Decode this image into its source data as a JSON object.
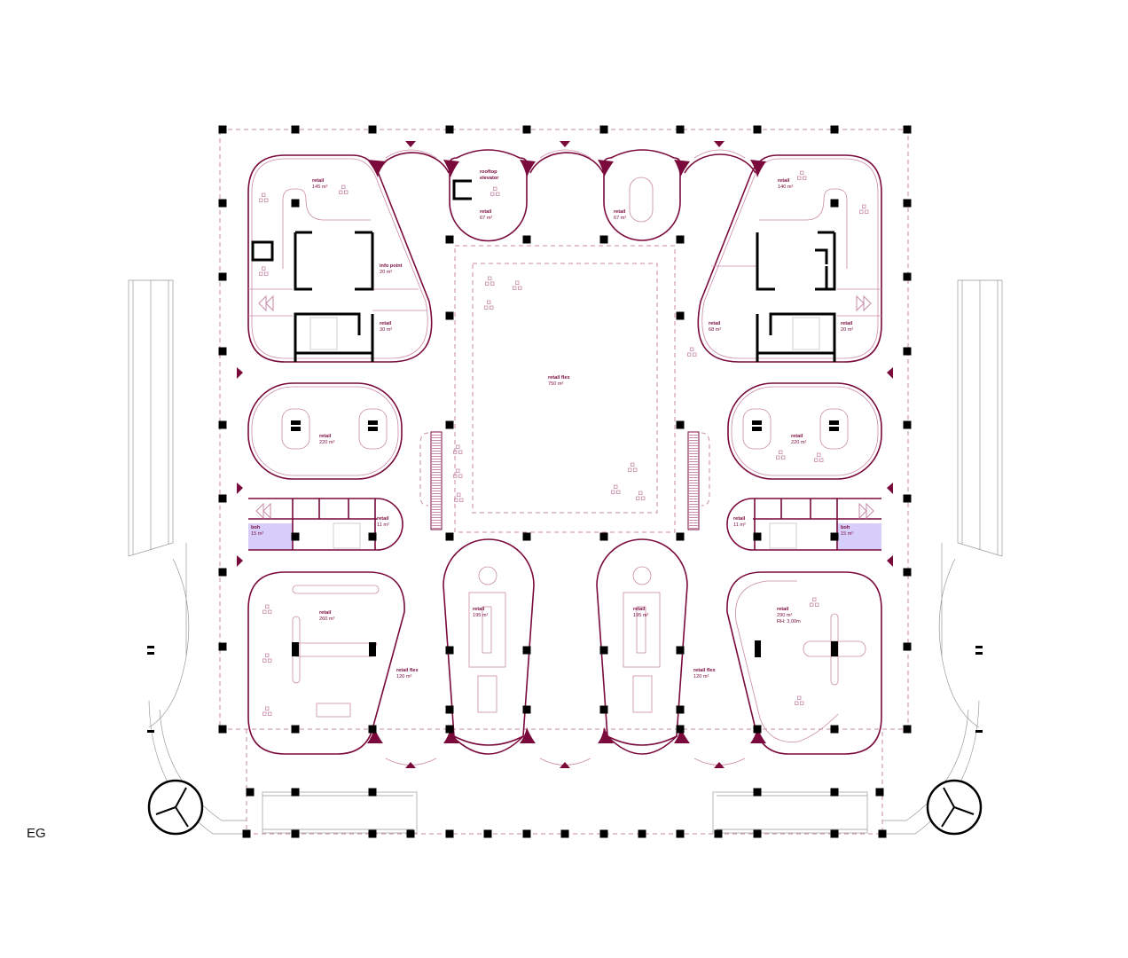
{
  "plan": {
    "floor_label": "EG",
    "accent_color": "#7a0a3c",
    "boh_color": "#d7cdfb"
  },
  "rooms": [
    {
      "name": "retail",
      "area": "145 m²"
    },
    {
      "name": "rooftop",
      "name2": "elevator"
    },
    {
      "name": "retail",
      "area": "67 m²"
    },
    {
      "name": "retail",
      "area": "67 m²"
    },
    {
      "name": "retail",
      "area": "140 m²"
    },
    {
      "name": "info point",
      "area": "20 m²"
    },
    {
      "name": "retail",
      "area": "30 m²"
    },
    {
      "name": "retail",
      "area": "68 m²"
    },
    {
      "name": "retail",
      "area": "20 m²"
    },
    {
      "name": "retail flex",
      "area": "750 m²"
    },
    {
      "name": "retail",
      "area": "220 m²"
    },
    {
      "name": "retail",
      "area": "220 m²"
    },
    {
      "name": "retail",
      "area": "11 m²"
    },
    {
      "name": "retail",
      "area": "11 m²"
    },
    {
      "name": "boh",
      "area": "15 m²"
    },
    {
      "name": "boh",
      "area": "15 m²"
    },
    {
      "name": "retail",
      "area": "260 m²"
    },
    {
      "name": "retail",
      "area": "195 m²"
    },
    {
      "name": "retail",
      "area": "195 m²"
    },
    {
      "name": "retail flex",
      "area": "120 m²"
    },
    {
      "name": "retail flex",
      "area": "120 m²"
    },
    {
      "name": "retail",
      "area": "290 m²",
      "note": "RH: 3,00m"
    }
  ]
}
